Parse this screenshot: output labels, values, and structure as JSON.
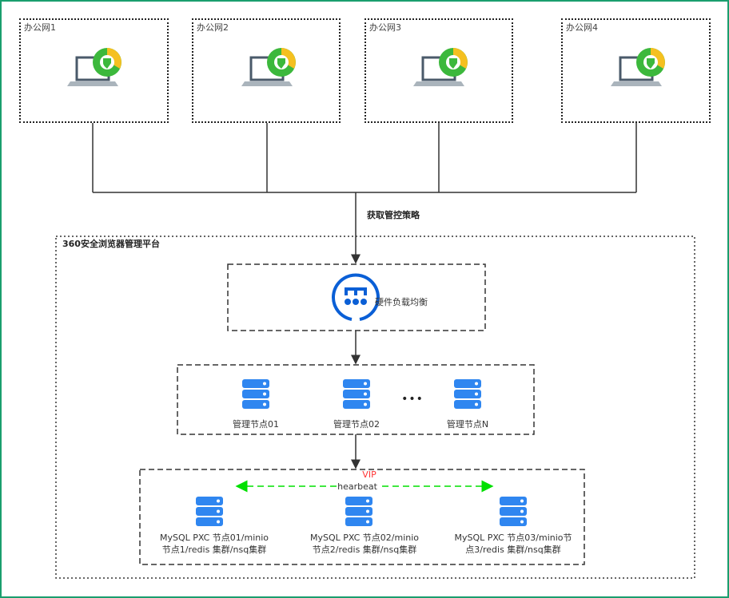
{
  "offices": [
    {
      "label": "办公网1"
    },
    {
      "label": "办公网2"
    },
    {
      "label": "办公网3"
    },
    {
      "label": "办公网4"
    }
  ],
  "policy_label": "获取管控策略",
  "platform": {
    "title": "360安全浏览器管理平台"
  },
  "load_balancer": {
    "label": "硬件负载均衡",
    "icon": "load-balancer-icon"
  },
  "management_nodes": {
    "items": [
      "管理节点01",
      "管理节点02",
      "管理节点N"
    ],
    "ellipsis": "•••"
  },
  "cluster": {
    "vip": "VIP",
    "heartbeat": "hearbeat",
    "nodes": [
      {
        "line1": "MySQL PXC 节点01/minio",
        "line2": "节点1/redis 集群/nsq集群"
      },
      {
        "line1": "MySQL PXC 节点02/minio",
        "line2": "节点2/redis 集群/nsq集群"
      },
      {
        "line1": "MySQL PXC 节点03/minio节",
        "line2": "点3/redis 集群/nsq集群"
      }
    ]
  },
  "colors": {
    "frame": "#1a9e6e",
    "server": "#2f86f0",
    "lb": "#0a5fd6",
    "heartbeat": "#00e000",
    "vip": "#ff3333"
  }
}
